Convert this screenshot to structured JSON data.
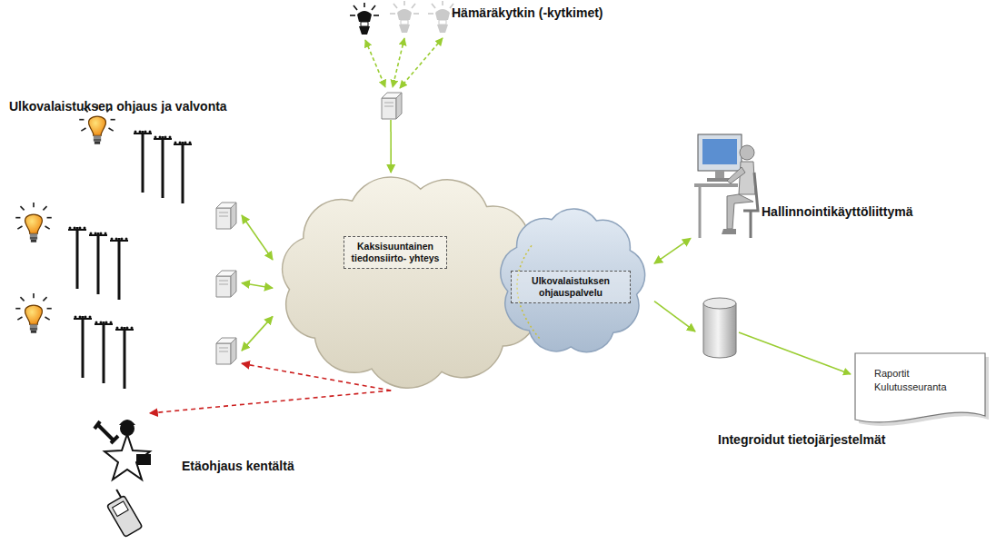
{
  "diagram": {
    "nodes": [
      {
        "text": [
          "Hämäräkytkin (-kytkimet)"
        ]
      },
      {
        "text": [
          "Ulkovalaistuksen ohjaus ja valvonta"
        ]
      },
      {
        "text": [
          "Kaksisuuntainen tiedonsiirto- yhteys"
        ]
      },
      {
        "text": [
          "Ulkovalaistuksen ohjauspalvelu"
        ]
      },
      {
        "text": [
          "Hallinnointikäyttöliittymä"
        ]
      },
      {
        "text": [
          "Integroidut tietojärjestelmät"
        ]
      },
      {
        "text": [
          "Raportit Kulutusseuranta"
        ],
        "in": 5
      },
      {
        "text": [
          "Etäohjaus kentältä"
        ]
      }
    ],
    "edges": [
      {
        "from": 0,
        "to": 2,
        "arrow": "to"
      },
      {
        "from": 1,
        "to": 2,
        "arrow": "both"
      },
      {
        "from": 1,
        "to": 2,
        "arrow": "both"
      },
      {
        "from": 1,
        "to": 2,
        "arrow": "both"
      },
      {
        "from": 2,
        "to": 1,
        "arrow": "to"
      },
      {
        "from": 2,
        "to": 7,
        "arrow": "to"
      },
      {
        "from": 3,
        "to": 4,
        "arrow": "both"
      },
      {
        "from": 3,
        "to": 5,
        "arrow": "to"
      }
    ]
  }
}
